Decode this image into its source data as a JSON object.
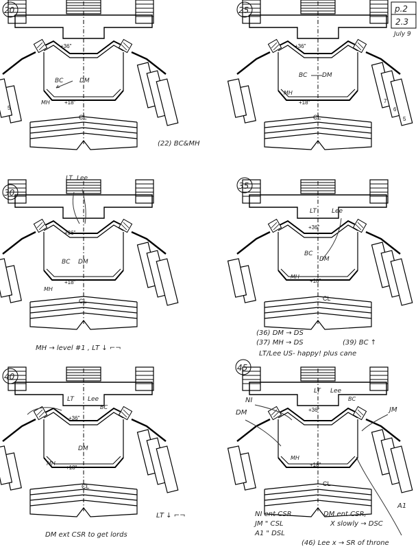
{
  "header": {
    "page_ref": "p.2",
    "version": "2.3",
    "date": "July 9"
  },
  "stage_labels": {
    "upper_level": "+36\"",
    "lower_level": "+18\"",
    "centerline": "CL",
    "riser_numbers": [
      "7",
      "6",
      "5"
    ]
  },
  "panels": [
    {
      "cue": "20",
      "inner": [
        "BC",
        "DM"
      ],
      "marks": [
        "MH"
      ],
      "notes": [
        "(22) BC&MH"
      ]
    },
    {
      "cue": "25",
      "inner": [
        "BC",
        "DM"
      ],
      "marks": [
        "MH"
      ],
      "notes": []
    },
    {
      "cue": "30",
      "inner": [
        "BC",
        "DM"
      ],
      "marks": [
        "LT",
        "Lee",
        "MH"
      ],
      "notes": [
        "MH → level #1 , LT ↓ ⌐¬"
      ]
    },
    {
      "cue": "35",
      "inner": [
        "BC",
        "DM"
      ],
      "marks": [
        "LT",
        "Lee",
        "MH"
      ],
      "notes": [
        "(36) DM → DS",
        "(37) MH → DS",
        "(39) BC ↑",
        "LT/Lee US- happy! plus cane"
      ]
    },
    {
      "cue": "40",
      "inner": [
        "DM"
      ],
      "marks": [
        "LT",
        "Lee",
        "BC",
        "MH"
      ],
      "notes": [
        "DM ext CSR to get lords",
        "LT ↓ ⌐¬"
      ]
    },
    {
      "cue": "45",
      "inner": [],
      "marks": [
        "LT",
        "Lee",
        "BC",
        "NI",
        "DM",
        "JM",
        "MH",
        "A1"
      ],
      "notes": [
        "NI ent CSR",
        "JM \" CSL",
        "A1 \" DSL",
        "DM ent CSR,",
        "X slowly → DSC",
        "(46) Lee x → SR of throne"
      ]
    }
  ]
}
